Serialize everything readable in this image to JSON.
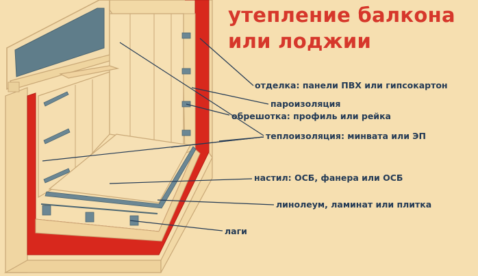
{
  "title": {
    "line1": "утепление балкона",
    "line2": "или лоджии"
  },
  "labels": [
    "отделка: панели ПВХ или гипсокартон",
    "пароизоляция",
    "обрешотка: профиль или рейка",
    "теплоизоляция: минвата или ЭП",
    "настил: ОСБ, фанера или ОСБ",
    "линолеум, ламинат или плитка",
    "лаги"
  ],
  "colors": {
    "background": "#f6dfb0",
    "title": "#d6372b",
    "vapor_barrier": "#d8281d",
    "insulation_glass": "#5f7d8a",
    "label_text": "#233a55"
  }
}
